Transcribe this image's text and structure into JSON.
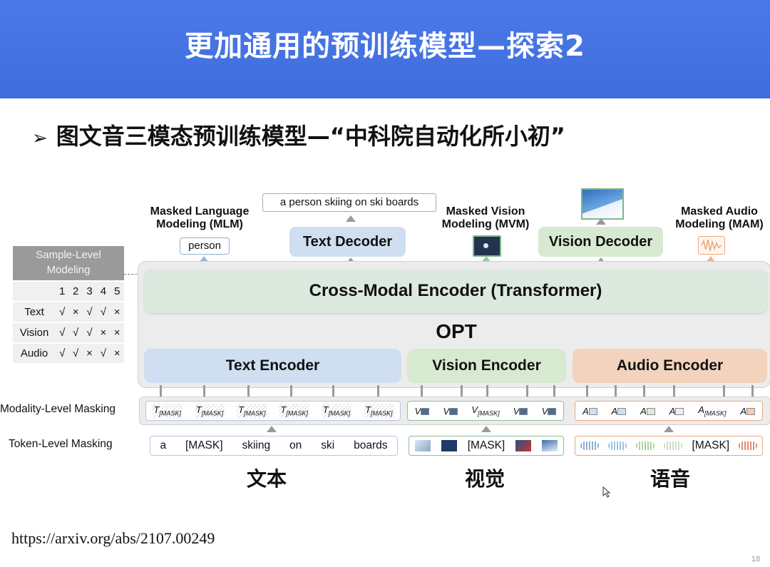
{
  "slide": {
    "title": "更加通用的预训练模型—探索2",
    "bullet_marker": "➢",
    "bullet": "图文音三模态预训练模型—“中科院自动化所小初”",
    "url": "https://arxiv.org/abs/2107.00249",
    "page_number": "18"
  },
  "diagram": {
    "heads": {
      "mlm_title": "Masked Language\nModeling (MLM)",
      "mlm_word": "person",
      "caption": "a person skiing on ski boards",
      "text_decoder": "Text Decoder",
      "mvm_title": "Masked Vision\nModeling (MVM)",
      "vision_decoder": "Vision Decoder",
      "mam_title": "Masked Audio\nModeling (MAM)"
    },
    "cross_modal_encoder": "Cross-Modal Encoder (Transformer)",
    "opt_label": "OPT",
    "encoders": {
      "text": "Text Encoder",
      "vision": "Vision Encoder",
      "audio": "Audio Encoder"
    },
    "sample_level": {
      "title": "Sample-Level\nModeling",
      "columns": [
        "1",
        "2",
        "3",
        "4",
        "5"
      ],
      "rows": [
        {
          "name": "Text",
          "cells": [
            "√",
            "×",
            "√",
            "√",
            "×"
          ]
        },
        {
          "name": "Vision",
          "cells": [
            "√",
            "√",
            "√",
            "×",
            "×"
          ]
        },
        {
          "name": "Audio",
          "cells": [
            "√",
            "√",
            "×",
            "√",
            "×"
          ]
        }
      ]
    },
    "modality_masking": {
      "label": "Modality-Level Masking",
      "text_tokens": [
        "T",
        "[MASK]"
      ],
      "vision_prefix": "V",
      "audio_prefix": "A",
      "mask_sub": "[MASK]"
    },
    "token_masking": {
      "label": "Token-Level Masking",
      "text_tokens": [
        "a",
        "[MASK]",
        "skiing",
        "on",
        "ski",
        "boards"
      ],
      "vision_mask": "[MASK]",
      "audio_mask": "[MASK]"
    },
    "modality_labels": {
      "text": "文本",
      "vision": "视觉",
      "audio": "语音"
    }
  }
}
